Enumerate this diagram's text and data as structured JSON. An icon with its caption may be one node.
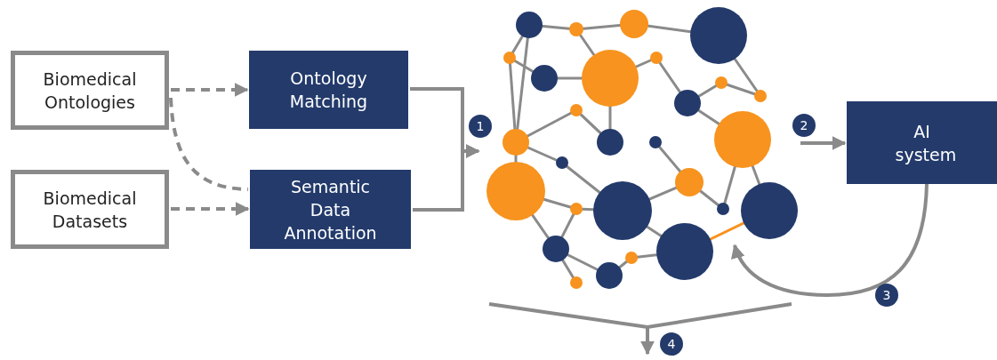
{
  "diagram": {
    "nodes": [
      {
        "text": [
          "Biomedical Ontologies"
        ]
      },
      {
        "text": [
          "Biomedical Datasets"
        ]
      },
      {
        "text": [
          "Ontology Matching"
        ]
      },
      {
        "text": [
          "Semantic Data Annotation"
        ]
      },
      {
        "text": [],
        "shape": "picture"
      },
      {
        "text": [
          "AI system"
        ]
      }
    ],
    "edges": [
      {
        "from": 0,
        "to": 2,
        "arrow": "to",
        "style": "dashed"
      },
      {
        "from": 0,
        "to": 3,
        "arrow": "none",
        "style": "dashed"
      },
      {
        "from": 1,
        "to": 3,
        "arrow": "to",
        "style": "dashed"
      },
      {
        "from": 2,
        "to": 4,
        "arrow": "to",
        "label": "1"
      },
      {
        "from": 3,
        "to": 4,
        "arrow": "to"
      },
      {
        "from": 4,
        "to": 5,
        "arrow": "to",
        "label": "2"
      },
      {
        "from": 5,
        "to": 4,
        "arrow": "to",
        "label": "3"
      },
      {
        "from": 4,
        "to": null,
        "arrow": "to",
        "label": "4"
      }
    ]
  }
}
